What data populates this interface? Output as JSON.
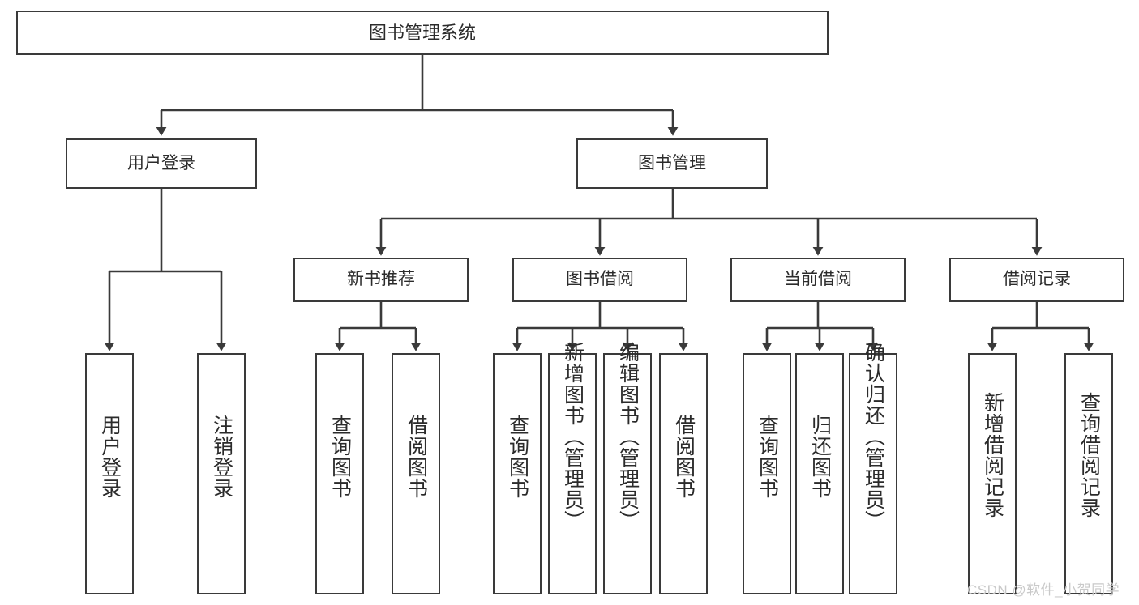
{
  "diagram": {
    "type": "hierarchy-tree",
    "title": "图书管理系统",
    "background_color": "#ffffff",
    "line_color": "#3a3a3a",
    "text_color": "#2b2b2b",
    "levels": 4,
    "root": {
      "label": "图书管理系统",
      "children": [
        {
          "label": "用户登录",
          "children": [
            {
              "label": "用户登录"
            },
            {
              "label": "注销登录"
            }
          ]
        },
        {
          "label": "图书管理",
          "children": [
            {
              "label": "新书推荐",
              "children": [
                {
                  "label": "查询图书"
                },
                {
                  "label": "借阅图书"
                }
              ]
            },
            {
              "label": "图书借阅",
              "children": [
                {
                  "label": "查询图书"
                },
                {
                  "label": "新增图书（管理员）"
                },
                {
                  "label": "编辑图书（管理员）"
                },
                {
                  "label": "借阅图书"
                }
              ]
            },
            {
              "label": "当前借阅",
              "children": [
                {
                  "label": "查询图书"
                },
                {
                  "label": "归还图书"
                },
                {
                  "label": "确认归还（管理员）"
                }
              ]
            },
            {
              "label": "借阅记录",
              "children": [
                {
                  "label": "新增借阅记录"
                },
                {
                  "label": "查询借阅记录"
                }
              ]
            }
          ]
        }
      ]
    }
  },
  "watermark": {
    "text": "CSDN @软件_小贺同学",
    "color": "#c9c9c9"
  }
}
